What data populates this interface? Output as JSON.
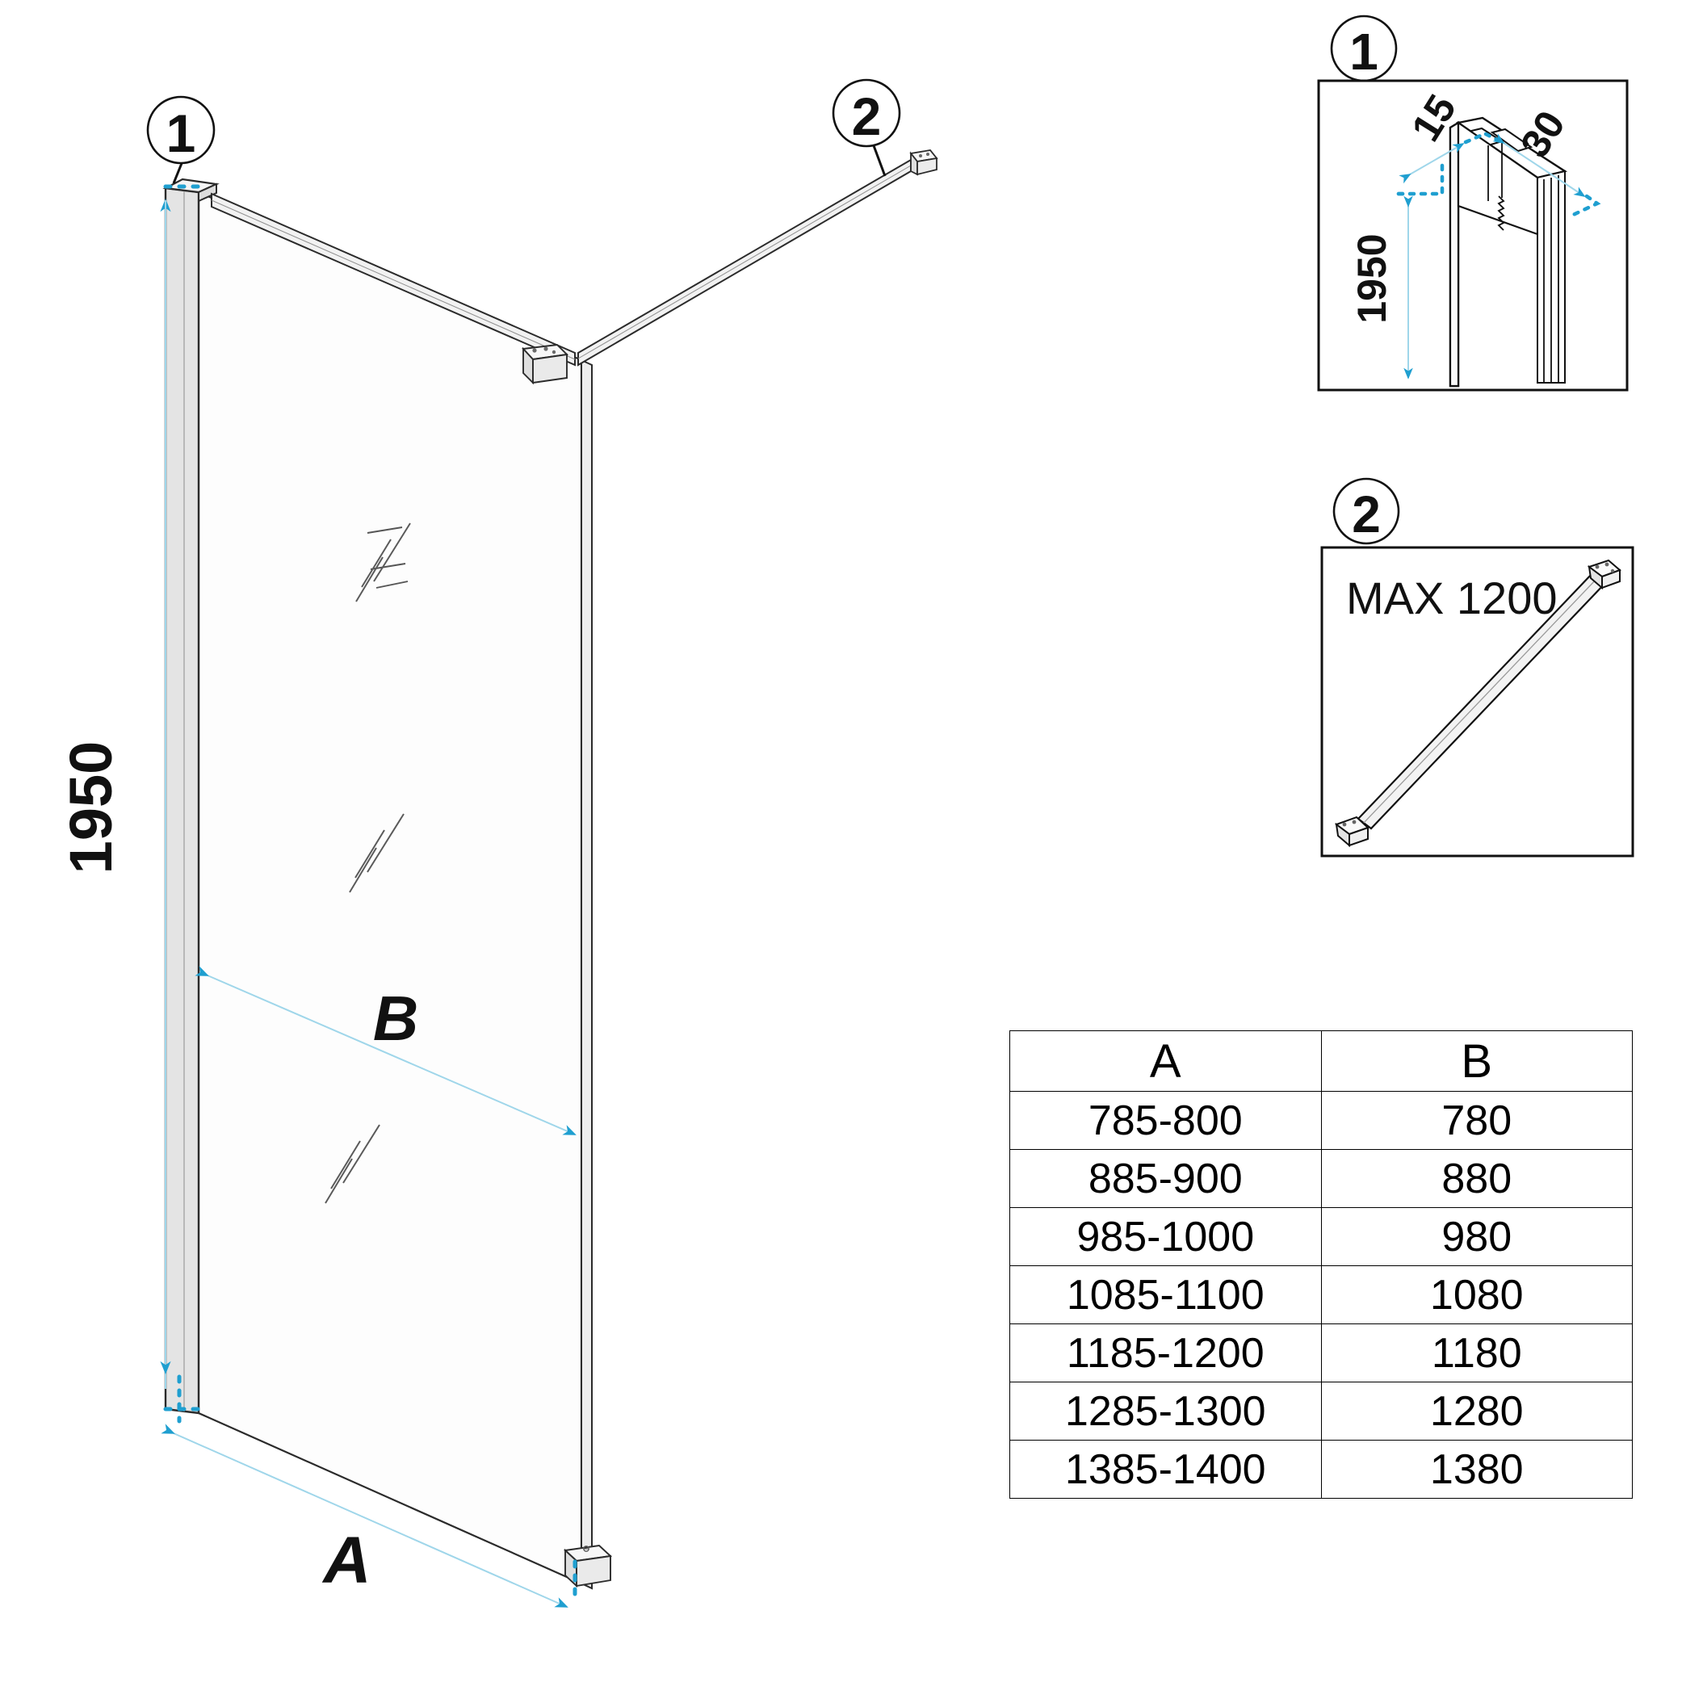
{
  "drawing": {
    "title_type": "shower-screen-assembly-isometric",
    "main_view": {
      "height_dimension": "1950",
      "width_dimension_label": "A",
      "glass_width_label": "B",
      "callout_1": "1",
      "callout_2": "2"
    },
    "detail_1": {
      "number": "1",
      "dimensions": {
        "profile_depth": "15",
        "profile_width": "30",
        "profile_height": "1950"
      }
    },
    "detail_2": {
      "number": "2",
      "label": "MAX 1200"
    }
  },
  "table": {
    "headers": [
      "A",
      "B"
    ],
    "rows": [
      [
        "785-800",
        "780"
      ],
      [
        "885-900",
        "880"
      ],
      [
        "985-1000",
        "980"
      ],
      [
        "1085-1100",
        "1080"
      ],
      [
        "1185-1200",
        "1180"
      ],
      [
        "1285-1300",
        "1280"
      ],
      [
        "1385-1400",
        "1380"
      ]
    ]
  },
  "colors": {
    "line": "#1a1a1a",
    "dimension": "#1f9fd0",
    "glass_fill": "#fdfdfd",
    "profile_fill": "#e2e2e2",
    "bar_fill": "#f0f0f0"
  }
}
